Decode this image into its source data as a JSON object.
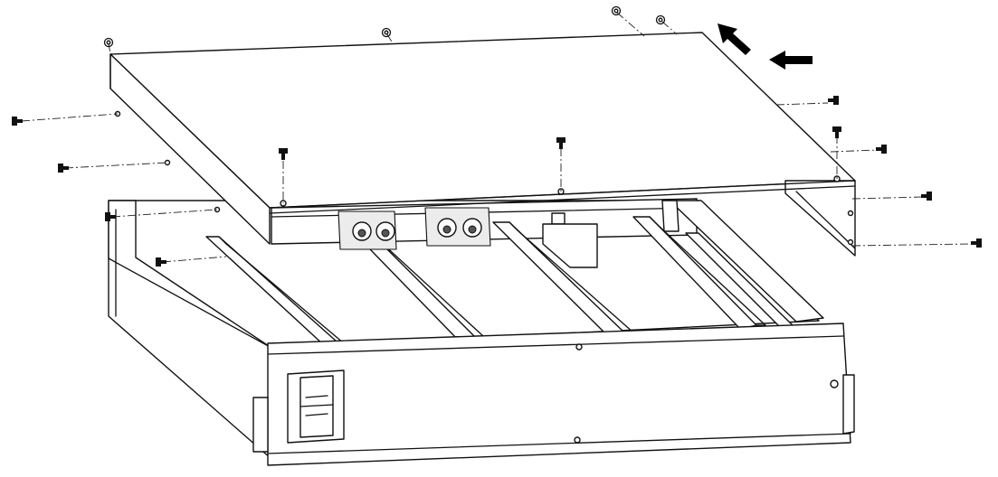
{
  "diagram": {
    "kind": "exploded-assembly-line-drawing",
    "components": [
      {
        "id": "top-cover",
        "label": ""
      },
      {
        "id": "chassis",
        "label": ""
      },
      {
        "id": "front-panel",
        "label": ""
      },
      {
        "id": "rear-connectors",
        "count": 2
      },
      {
        "id": "rails",
        "count": 4
      }
    ],
    "top_washers": 4,
    "left_screws": 4,
    "right_screws": 4,
    "vertical_screws": 3,
    "arrows": [
      {
        "name": "slide-back-arrow",
        "direction": "up-left"
      },
      {
        "name": "slide-left-arrow",
        "direction": "left"
      }
    ]
  }
}
